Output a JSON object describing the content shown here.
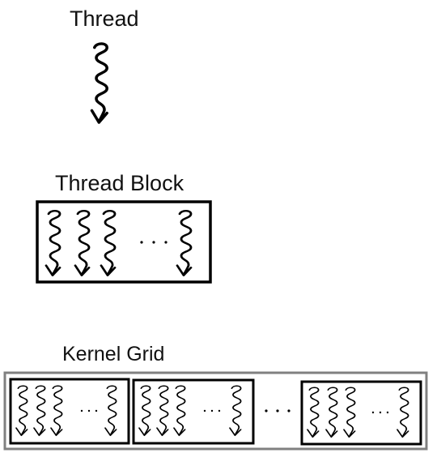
{
  "titles": {
    "thread": "Thread",
    "thread_block": "Thread Block",
    "kernel_grid": "Kernel Grid"
  },
  "colors": {
    "ink": "#000000",
    "block_border": "#000000",
    "grid_border": "#808080",
    "background": "#ffffff"
  },
  "icons": {
    "thread": "wavy-thread-arrow",
    "ellipsis": "ellipsis"
  }
}
